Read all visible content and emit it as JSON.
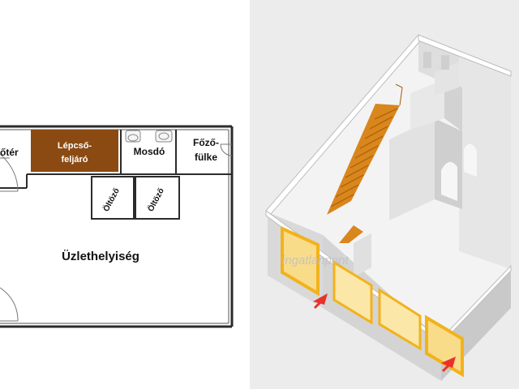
{
  "floorplan": {
    "rooms": {
      "foyer": "őtér",
      "stairs_line1": "Lépcső-",
      "stairs_line2": "feljáró",
      "washroom": "Mosdó",
      "kitchen_line1": "Főző-",
      "kitchen_line2": "fülke",
      "changing_1": "Öltöző",
      "changing_2": "Öltöző",
      "shop": "Üzlethelyiség"
    },
    "colors": {
      "wall": "#2b2b2b",
      "stairs_fill": "#8b4a12",
      "stairs_text": "#ffffff"
    }
  },
  "render3d": {
    "watermark": "ingatlanpont",
    "colors": {
      "wall_top": "#ffffff",
      "wall_side": "#d9d9d9",
      "floor": "#f3f3f3",
      "stairs": "#d9861c",
      "glass_frame": "#f2b21c",
      "arrow": "#e8322a"
    }
  }
}
